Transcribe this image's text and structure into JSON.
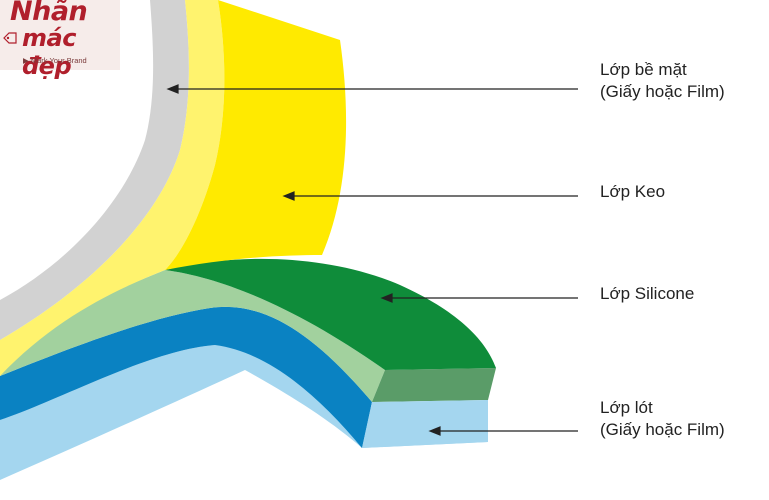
{
  "logo": {
    "line1": "Nhãn",
    "line2": "mác đẹp",
    "tagline": "▶ Mark Your Brand",
    "color": "#b01f2c"
  },
  "labels": {
    "surface": {
      "line1": "Lớp bề mặt",
      "line2": "(Giấy hoặc Film)"
    },
    "adhesive": {
      "line1": "Lớp Keo"
    },
    "silicone": {
      "line1": "Lớp Silicone"
    },
    "liner": {
      "line1": "Lớp lót",
      "line2": "(Giấy hoặc Film)"
    }
  },
  "colors": {
    "surface": "#d2d2d2",
    "adhesive_light": "#fff36e",
    "adhesive": "#ffea00",
    "silicone_light": "#a2d19e",
    "silicone": "#0f8c3a",
    "silicone_edge": "#5a9c68",
    "liner_blue": "#0a82c2",
    "liner_light": "#a4d6ef"
  }
}
